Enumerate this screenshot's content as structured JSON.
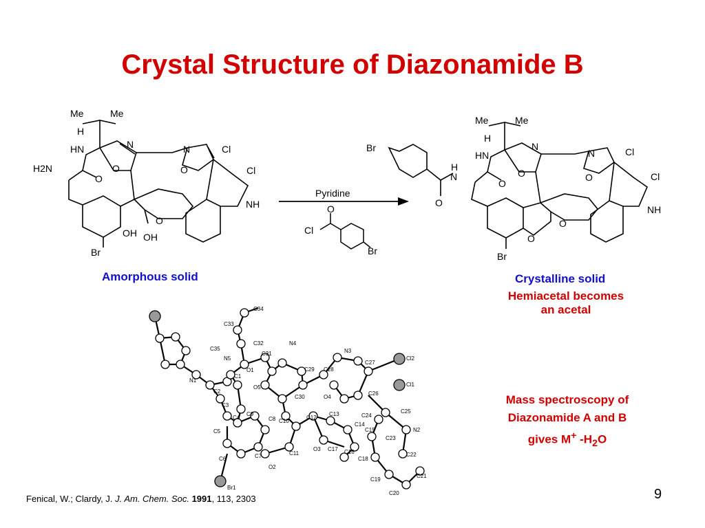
{
  "slide": {
    "title": "Crystal Structure of Diazonamide B",
    "page_number": "9"
  },
  "left_structure": {
    "caption": "Amorphous solid",
    "labels": {
      "me1": "Me",
      "me2": "Me",
      "h": "H",
      "hn": "HN",
      "h2n": "H2N",
      "o_amide": "O",
      "n1": "N",
      "o1": "O",
      "n2": "N",
      "o2": "O",
      "cl1": "Cl",
      "cl2": "Cl",
      "nh": "NH",
      "o_ring": "O",
      "oh1": "OH",
      "oh2": "OH",
      "br": "Br"
    }
  },
  "reaction": {
    "reagent": "Pyridine",
    "acid_chloride": {
      "o": "O",
      "cl": "Cl",
      "br": "Br"
    }
  },
  "right_structure": {
    "caption_line1": "Crystalline solid",
    "caption_line2": "Hemiacetal becomes",
    "caption_line3": "an acetal",
    "labels": {
      "br_top": "Br",
      "o_benzoyl": "O",
      "h_amide": "H",
      "n_amide": "N",
      "me1": "Me",
      "me2": "Me",
      "h": "H",
      "hn": "HN",
      "o_amide": "O",
      "n1": "N",
      "o1": "O",
      "n2": "N",
      "o2": "O",
      "cl1": "Cl",
      "cl2": "Cl",
      "nh": "NH",
      "o_ring1": "O",
      "o_ring2": "O",
      "br_bottom": "Br"
    }
  },
  "mass_spec": {
    "line1": "Mass spectroscopy of",
    "line2": "Diazonamide A and B",
    "line3": "gives M",
    "sup": "+",
    "line3b": " -H",
    "sub": "2",
    "line3c": "O"
  },
  "crystal": {
    "atom_labels": [
      "C34",
      "C33",
      "C32",
      "C35",
      "N5",
      "N4",
      "N3",
      "C27",
      "Cl2",
      "C31",
      "C29",
      "C28",
      "C1",
      "O1",
      "N1",
      "C2",
      "O5",
      "C30",
      "O4",
      "C26",
      "Cl1",
      "C3",
      "C9",
      "C4",
      "C8",
      "C12",
      "C13",
      "C24",
      "C25",
      "C5",
      "C10",
      "C14",
      "C15",
      "N2",
      "C6",
      "C7",
      "C11",
      "O3",
      "C17",
      "C16",
      "C23",
      "C22",
      "O2",
      "C18",
      "C19",
      "C21",
      "C20",
      "Br1"
    ]
  },
  "citation": {
    "authors": "Fenical, W.; Clardy, J. ",
    "journal": "J. Am. Chem. Soc.",
    "year": " 1991",
    "rest": ", 113, 2303"
  }
}
